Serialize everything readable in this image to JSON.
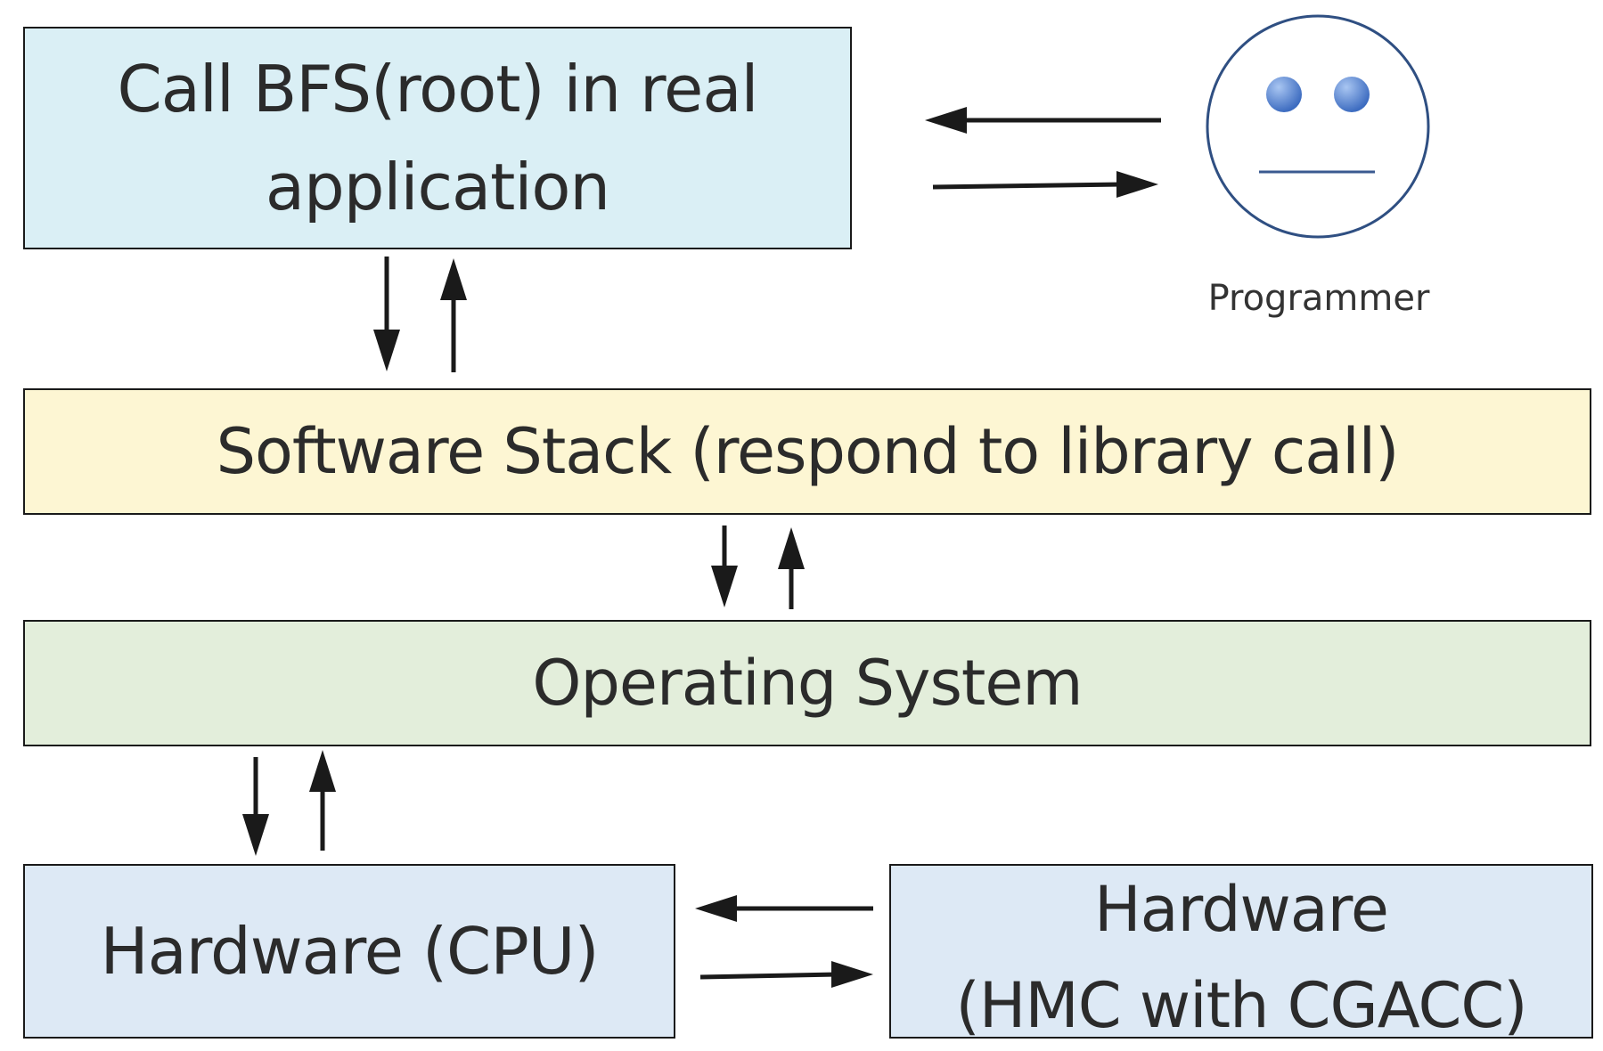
{
  "diagram": {
    "application_box": {
      "line1": "Call BFS(root) in real",
      "line2": "application",
      "fill": "#daeff5"
    },
    "software_stack_box": {
      "label": "Software Stack (respond to library call)",
      "fill": "#fdf6d3"
    },
    "operating_system_box": {
      "label": "Operating System",
      "fill": "#e3eedb"
    },
    "hardware_cpu_box": {
      "label": "Hardware (CPU)",
      "fill": "#dde9f5"
    },
    "hardware_hmc_box": {
      "line1": "Hardware",
      "line2": "(HMC with CGACC)",
      "fill": "#dde9f5"
    },
    "programmer": {
      "label": "Programmer",
      "icon": "neutral-face-icon"
    },
    "colors": {
      "border": "#1a1a1a",
      "text": "#2b2b2b",
      "face_outline": "#2f4f82",
      "face_eyes": "#4a78c8",
      "arrow": "#1a1a1a"
    }
  }
}
